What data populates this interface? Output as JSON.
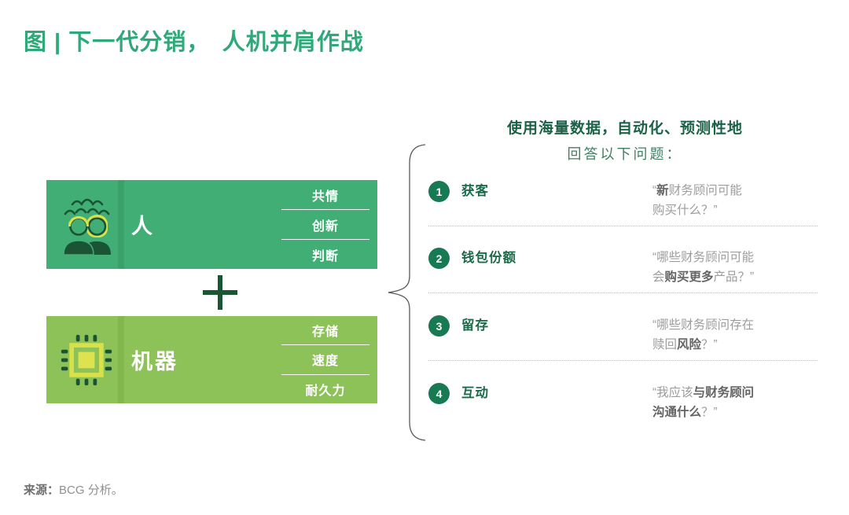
{
  "title": "图 | 下一代分销，　人机并肩作战",
  "colors": {
    "title_green": "#2fa87a",
    "human_box": "#41ae76",
    "machine_box": "#8cc257",
    "dark_green": "#1a5634",
    "accent_yellow": "#d9e14a",
    "header_green": "#1b6247",
    "circle_green": "#187a52",
    "quote_gray": "#9c9c9c"
  },
  "left": {
    "human": {
      "icon": "people-icon",
      "label": "人",
      "traits": [
        "共情",
        "创新",
        "判断"
      ]
    },
    "plus_icon": "plus-icon",
    "machine": {
      "icon": "chip-icon",
      "label": "机器",
      "traits": [
        "存储",
        "速度",
        "耐久力"
      ]
    }
  },
  "right": {
    "header_line1": "使用海量数据，自动化、预测性地",
    "header_line2": "回答以下问题：",
    "questions": [
      {
        "num": "1",
        "label": "获客",
        "quote": [
          [
            {
              "t": "“",
              "b": false
            },
            {
              "t": "新",
              "b": true
            },
            {
              "t": "财务顾问可能",
              "b": false
            }
          ],
          [
            {
              "t": "购买什么？”",
              "b": false
            }
          ]
        ]
      },
      {
        "num": "2",
        "label": "钱包份额",
        "quote": [
          [
            {
              "t": "“哪些财务顾问可能",
              "b": false
            }
          ],
          [
            {
              "t": "会",
              "b": false
            },
            {
              "t": "购买更多",
              "b": true
            },
            {
              "t": "产品？”",
              "b": false
            }
          ]
        ]
      },
      {
        "num": "3",
        "label": "留存",
        "quote": [
          [
            {
              "t": "“哪些财务顾问存在",
              "b": false
            }
          ],
          [
            {
              "t": "赎回",
              "b": false
            },
            {
              "t": "风险",
              "b": true
            },
            {
              "t": "？”",
              "b": false
            }
          ]
        ]
      },
      {
        "num": "4",
        "label": "互动",
        "quote": [
          [
            {
              "t": "“我应该",
              "b": false
            },
            {
              "t": "与财务顾问",
              "b": true
            }
          ],
          [
            {
              "t": "沟通什么",
              "b": true
            },
            {
              "t": "？”",
              "b": false
            }
          ]
        ]
      }
    ]
  },
  "source": {
    "label": "来源：",
    "text": "BCG 分析。"
  }
}
